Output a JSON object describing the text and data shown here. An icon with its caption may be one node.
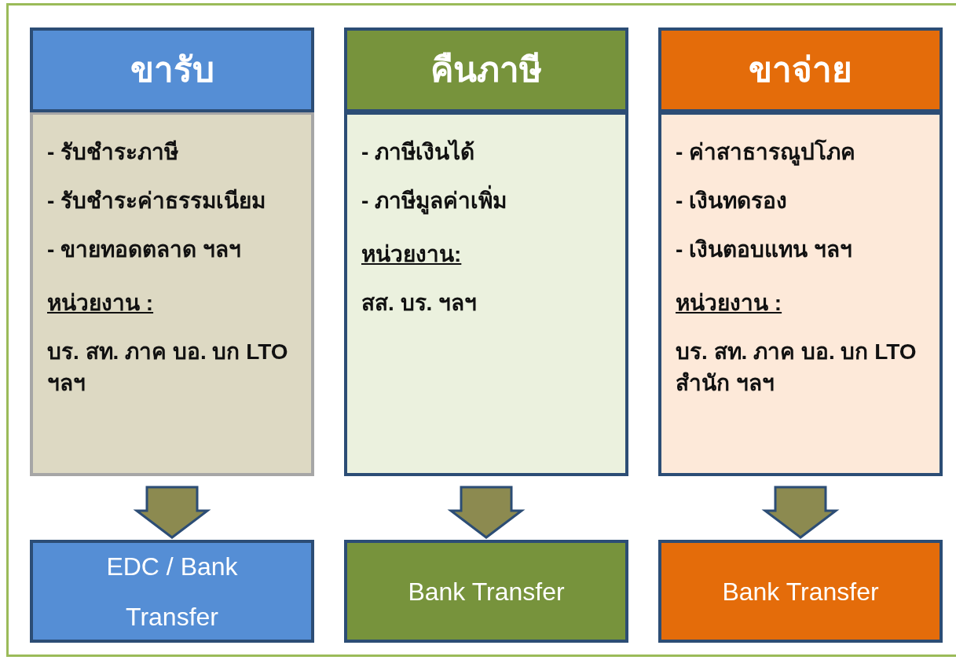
{
  "diagram": {
    "nodes": [
      {
        "text": [
          "ขารับ"
        ]
      },
      {
        "text": [
          "- รับชำระภาษี",
          "- รับชำระค่าธรรมเนียม",
          "- ขายทอดตลาด ฯลฯ",
          "หน่วยงาน :",
          "บร. สท. ภาค บอ. บก LTO ฯลฯ"
        ]
      },
      {
        "text": [
          "คืนภาษี"
        ]
      },
      {
        "text": [
          "- ภาษีเงินได้",
          "- ภาษีมูลค่าเพิ่ม",
          "หน่วยงาน:",
          "สส. บร. ฯลฯ"
        ]
      },
      {
        "text": [
          "ขาจ่าย"
        ]
      },
      {
        "text": [
          "- ค่าสาธารณูปโภค",
          "- เงินทดรอง",
          "- เงินตอบแทน ฯลฯ",
          "หน่วยงาน :",
          "บร. สท. ภาค บอ. บก LTO สำนัก ฯลฯ"
        ]
      },
      {
        "text": [
          "EDC / Bank Transfer"
        ]
      },
      {
        "text": [
          "Bank Transfer"
        ]
      },
      {
        "text": [
          "Bank Transfer"
        ]
      }
    ],
    "edges": [
      {
        "from": 1,
        "to": 6,
        "arrow": "to"
      },
      {
        "from": 3,
        "to": 7,
        "arrow": "to"
      },
      {
        "from": 5,
        "to": 8,
        "arrow": "to"
      }
    ]
  }
}
